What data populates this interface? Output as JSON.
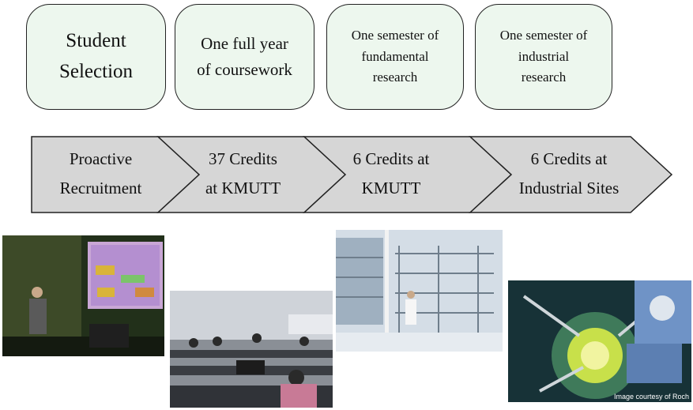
{
  "top_boxes": [
    {
      "text": "Student\nSelection"
    },
    {
      "text": "One full year\nof coursework"
    },
    {
      "text": "One semester of\nfundamental\nresearch"
    },
    {
      "text": "One semester of\nindustrial\nresearch"
    }
  ],
  "steps": [
    {
      "text": "Proactive\nRecruitment"
    },
    {
      "text": "37 Credits\nat KMUTT"
    },
    {
      "text": "6 Credits at\nKMUTT"
    },
    {
      "text": "6 Credits at\nIndustrial Sites"
    }
  ],
  "colors": {
    "box_fill": "#edf7ee",
    "chevron_fill": "#d6d6d6",
    "outline": "#222222"
  },
  "photos": {
    "presentation": {
      "icon": "presentation-photo"
    },
    "classroom": {
      "icon": "classroom-photo"
    },
    "lab": {
      "icon": "laboratory-photo"
    },
    "industrial": {
      "icon": "industrial-equipment-photo",
      "credit": "Image courtesy of Roch"
    }
  }
}
